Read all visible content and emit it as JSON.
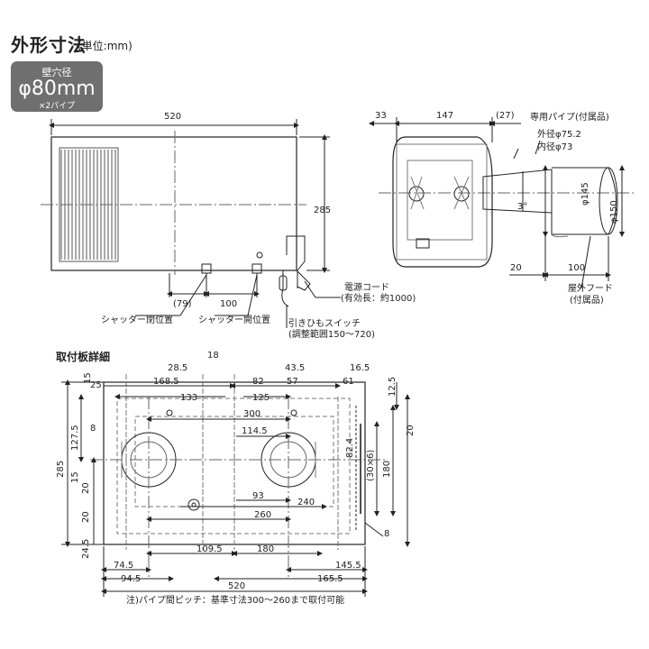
{
  "header": {
    "title": "外形寸法",
    "unit": "(単位:mm)"
  },
  "badge": {
    "line1": "壁穴径",
    "line2": "φ80mm",
    "line3": "×2パイプ"
  },
  "front": {
    "width": "520",
    "height": "285",
    "dim79": "(79)",
    "dim100": "100",
    "shutter_close": "シャッター閉位置",
    "shutter_open": "シャッター開位置",
    "cord": "電源コード",
    "cord_len": "(有効長：約1000)",
    "pull_switch": "引きひもスイッチ",
    "pull_range": "(調整範囲150〜720)"
  },
  "side": {
    "d33": "33",
    "d147": "147",
    "d27": "(27)",
    "pipe": "専用パイプ(付属品)",
    "od": "外径φ75.2",
    "id": "内径φ73",
    "slope": "3°",
    "d145": "φ145",
    "d150": "φ150",
    "d20": "20",
    "d100": "100",
    "hood": "屋外フード",
    "hood_note": "(付属品)"
  },
  "plate": {
    "title": "取付板詳細",
    "d18": "18",
    "d285": "28.5",
    "d1685": "168.5",
    "d82": "82",
    "d435": "43.5",
    "d165": "16.5",
    "d57": "57",
    "d61": "61",
    "d133": "133",
    "d125": "125",
    "d15": "15",
    "d25": "25",
    "d125b": "12.5",
    "d300": "300",
    "d1275": "127.5",
    "d8": "8",
    "d1145": "114.5",
    "d20": "20",
    "d285v": "285",
    "d824": "82.4",
    "d30x6": "(30×6)",
    "d180": "180",
    "d15b": "15",
    "d20b": "20",
    "d20c": "20",
    "d93": "93",
    "d240": "240",
    "d260": "260",
    "d8b": "8",
    "d245": "24.5",
    "d1095": "109.5",
    "d180b": "180",
    "d745": "74.5",
    "d1455": "145.5",
    "d945": "94.5",
    "d1655": "165.5",
    "d520": "520",
    "note": "注)パイプ間ピッチ：基準寸法300〜260まで取付可能"
  }
}
